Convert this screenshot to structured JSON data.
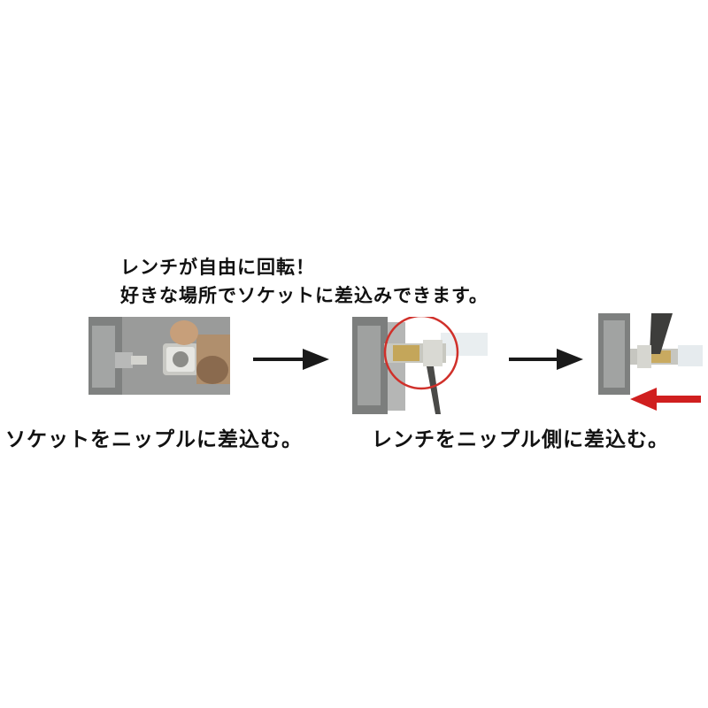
{
  "headline": {
    "line1": "レンチが自由に回転！",
    "line2": "好きな場所でソケットに差込みできます。"
  },
  "captions": {
    "left": "ソケットをニップルに差込む。",
    "right": "レンチをニップル側に差込む。"
  },
  "icons": {
    "step_arrow_1": "right-arrow-icon",
    "step_arrow_2": "right-arrow-icon",
    "push_arrow": "left-arrow-icon"
  },
  "colors": {
    "highlight_circle": "#d0302a",
    "push_arrow": "#d01f1f",
    "step_arrow": "#1a1a1a"
  }
}
